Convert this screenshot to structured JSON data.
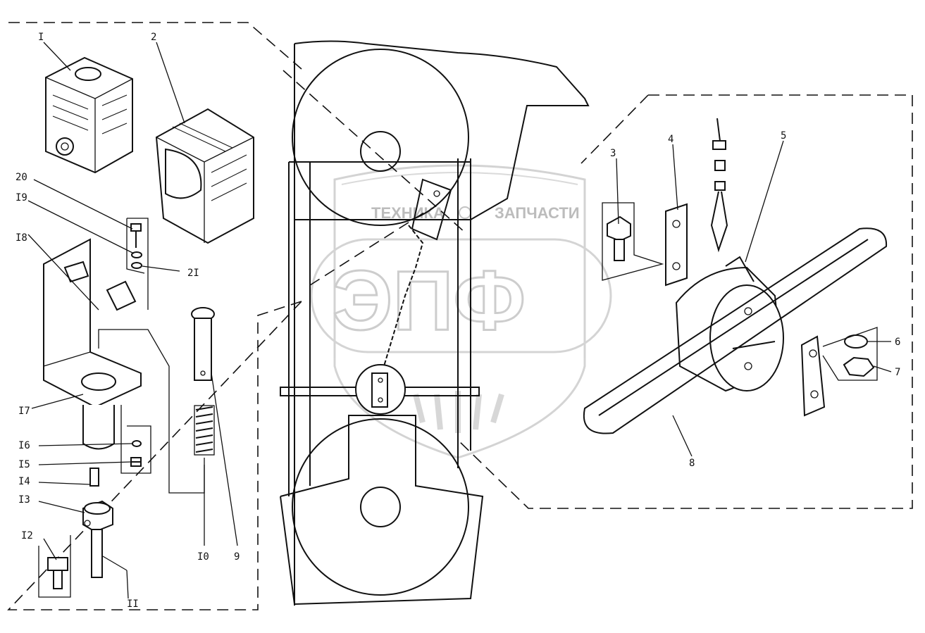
{
  "watermark": {
    "line1_left": "ТЕХНИКА",
    "line1_right": "ЗАПЧАСТИ",
    "logo": "ЭПФ"
  },
  "callouts": {
    "c1": "I",
    "c2": "2",
    "c3": "3",
    "c4": "4",
    "c5": "5",
    "c6": "6",
    "c7": "7",
    "c8": "8",
    "c9": "9",
    "c10": "I0",
    "c11": "II",
    "c12": "I2",
    "c13": "I3",
    "c14": "I4",
    "c15": "I5",
    "c16": "I6",
    "c17": "I7",
    "c18": "I8",
    "c19": "I9",
    "c20": "20",
    "c21": "2I"
  },
  "colors": {
    "ink": "#111111",
    "watermark": "#c8c8c8",
    "background": "#ffffff"
  }
}
